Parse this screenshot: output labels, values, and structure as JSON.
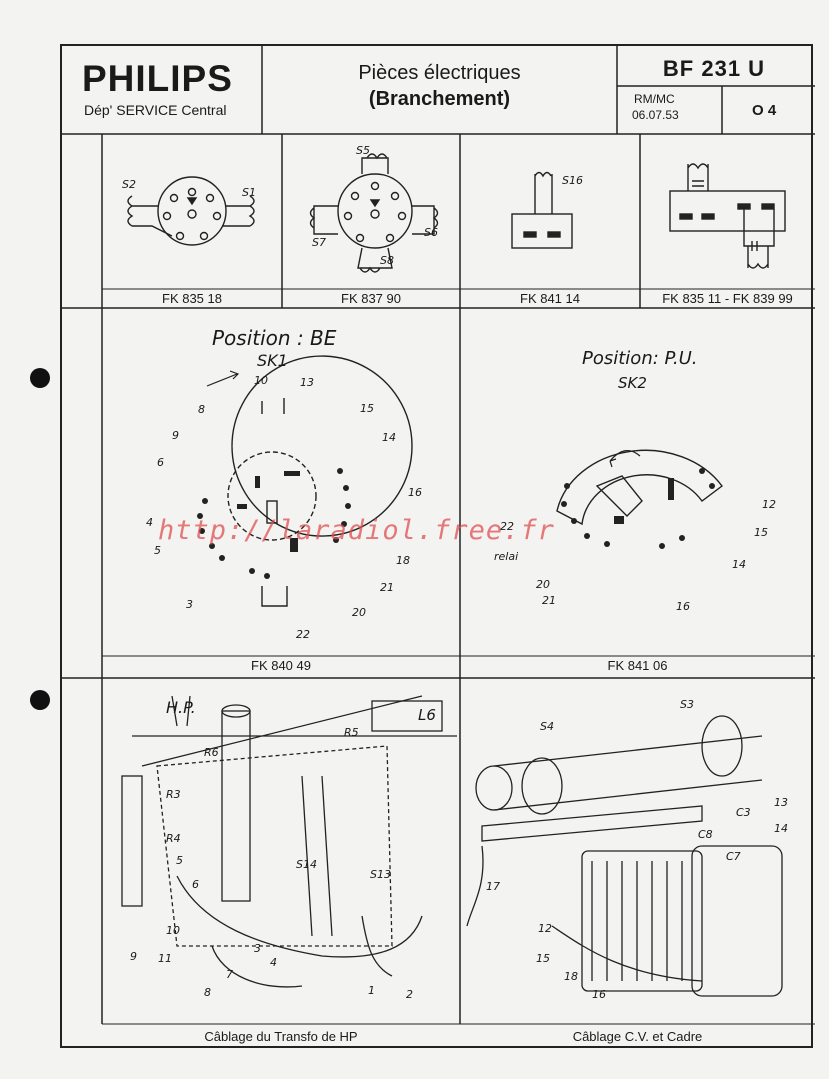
{
  "header": {
    "brand": "PHILIPS",
    "department": "Dép' SERVICE Central",
    "title_line1": "Pièces électriques",
    "title_line2": "(Branchement)",
    "model": "BF 231 U",
    "ref_code": "RM/MC",
    "date": "06.07.53",
    "page": "O 4"
  },
  "top_row": [
    {
      "caption": "FK 835 18",
      "labels": [
        "S2",
        "S1"
      ]
    },
    {
      "caption": "FK 837 90",
      "labels": [
        "S5",
        "S7",
        "S6",
        "S8"
      ]
    },
    {
      "caption": "FK 841 14",
      "labels": [
        "S16"
      ]
    },
    {
      "caption": "FK 835 11 - FK 839 99",
      "labels": []
    }
  ],
  "switch_sk1": {
    "title": "Position : BE",
    "subtitle": "SK1",
    "caption": "FK 840 49",
    "numbers": [
      "10",
      "13",
      "8",
      "15",
      "9",
      "14",
      "6",
      "16",
      "4",
      "5",
      "18",
      "21",
      "3",
      "20",
      "22"
    ]
  },
  "switch_sk2": {
    "title": "Position: P.U.",
    "subtitle": "SK2",
    "caption": "FK 841 06",
    "numbers": [
      "12",
      "22",
      "15",
      "relai",
      "14",
      "20",
      "21",
      "16"
    ]
  },
  "wiring_hp": {
    "caption": "Câblage du Transfo de HP",
    "labels": [
      "H.P.",
      "L6",
      "R5",
      "R6",
      "R3",
      "R4",
      "S14",
      "S13"
    ],
    "numbers": [
      "5",
      "6",
      "10",
      "9",
      "11",
      "3",
      "4",
      "7",
      "8",
      "1",
      "2"
    ]
  },
  "wiring_cv": {
    "caption": "Câblage C.V. et Cadre",
    "labels": [
      "S4",
      "S3",
      "C3",
      "C8",
      "C7"
    ],
    "numbers": [
      "13",
      "14",
      "17",
      "12",
      "15",
      "18",
      "16"
    ]
  },
  "watermark": "http://laradiol.free.fr"
}
